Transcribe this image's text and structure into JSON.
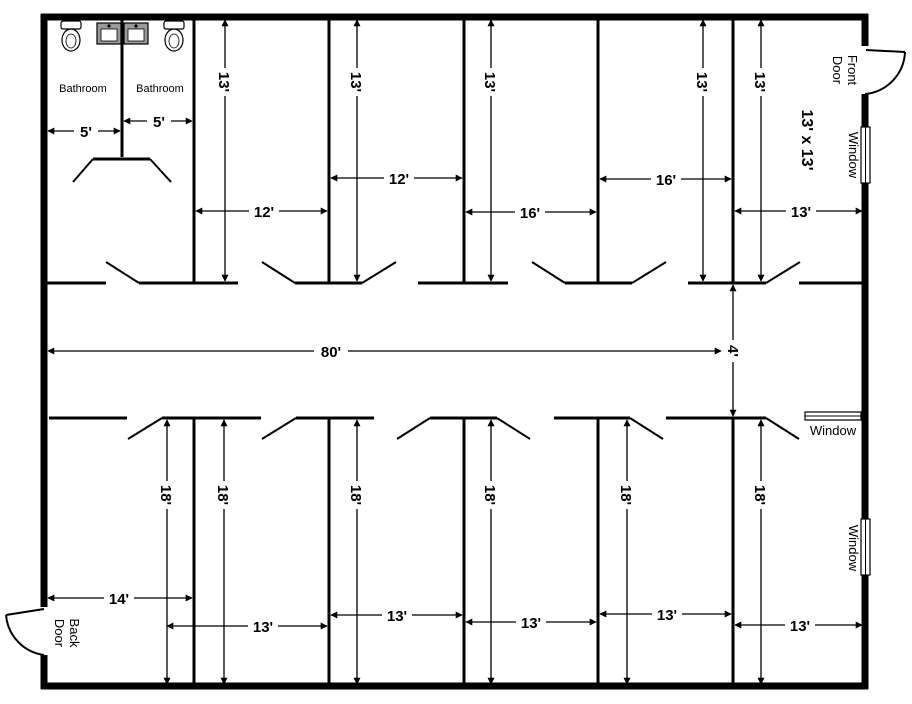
{
  "rooms": {
    "bathroom_1": "Bathroom",
    "bathroom_2": "Bathroom",
    "front_office": "13' x 13'"
  },
  "doors": {
    "front": "Front\nDoor",
    "back": "Back\nDoor"
  },
  "windows": {
    "w1": "Window",
    "w2": "Window",
    "w3": "Window"
  },
  "dimensions": {
    "bath_1_width": "5'",
    "bath_2_width": "5'",
    "top_depth_1": "13'",
    "top_depth_2": "13'",
    "top_depth_3": "13'",
    "top_depth_4": "13'",
    "top_depth_5": "13'",
    "top_width_1": "12'",
    "top_width_2": "12'",
    "top_width_3": "16'",
    "top_width_4": "16'",
    "top_width_5": "13'",
    "hall_length": "80'",
    "hall_width": "4'",
    "bottom_depth_1": "18'",
    "bottom_depth_2": "18'",
    "bottom_depth_3": "18'",
    "bottom_depth_4": "18'",
    "bottom_depth_5": "18'",
    "bottom_depth_6": "18'",
    "bottom_width_1": "14'",
    "bottom_width_2": "13'",
    "bottom_width_3": "13'",
    "bottom_width_4": "13'",
    "bottom_width_5": "13'",
    "bottom_width_6": "13'"
  }
}
